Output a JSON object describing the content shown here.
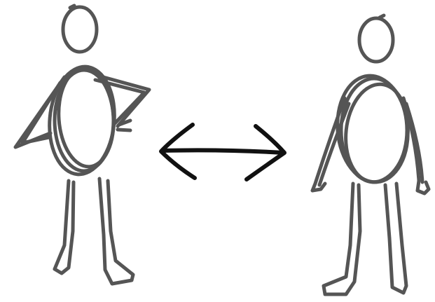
{
  "illustration": {
    "figures": [
      {
        "id": "left-figure",
        "pose": "hands-on-hips"
      },
      {
        "id": "right-figure",
        "pose": "arms-down"
      }
    ],
    "connector": "double-headed-arrow-icon"
  },
  "colors": {
    "figure_stroke": "#555555",
    "arrow_stroke": "#111111",
    "background": "#ffffff"
  }
}
